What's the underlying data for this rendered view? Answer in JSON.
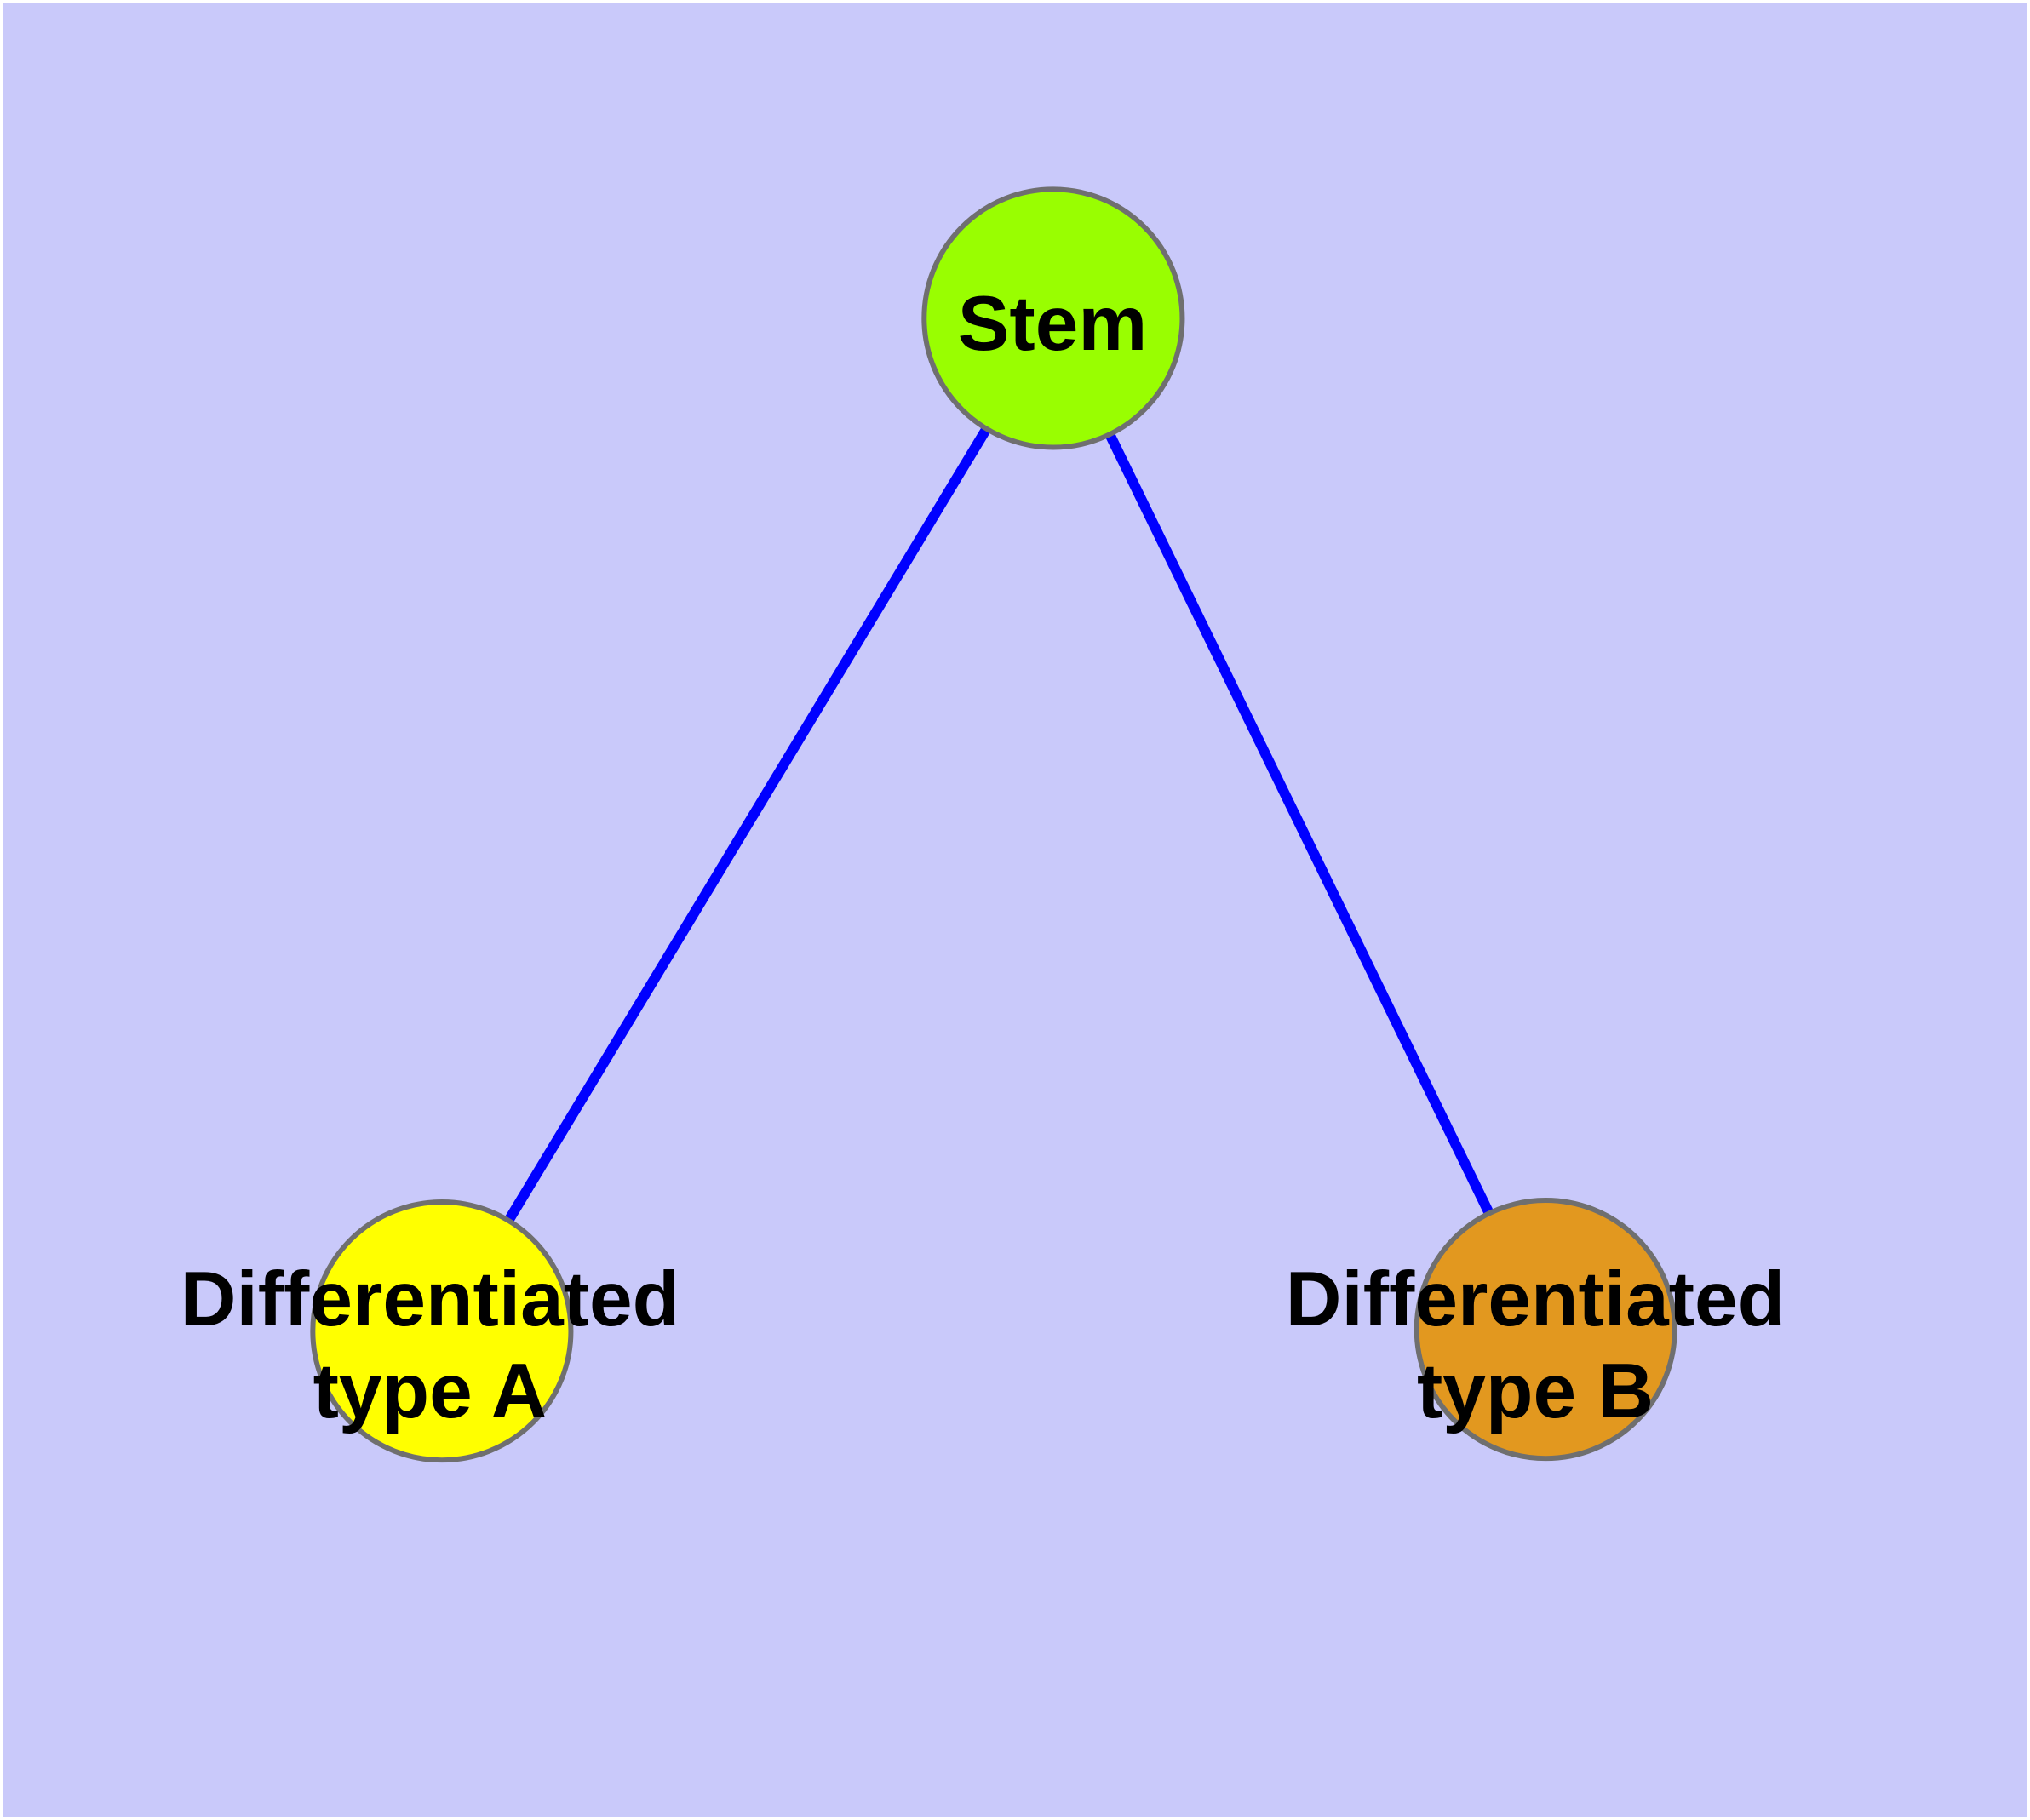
{
  "figure": {
    "background_color": "#C9C9FA",
    "frame_color": "#FFFFFF",
    "text_color": "#000000",
    "node_border_color": "#6F6F6F",
    "edge_color": "#0000FF",
    "nodes": [
      {
        "id": "stem",
        "label_lines": [
          "Stem"
        ],
        "fill_color": "#99FE01"
      },
      {
        "id": "differentiated-type-a",
        "label_lines": [
          "Differentiated",
          "type A"
        ],
        "fill_color": "#FFFF00"
      },
      {
        "id": "differentiated-type-b",
        "label_lines": [
          "Differentiated",
          "type B"
        ],
        "fill_color": "#E2981F"
      }
    ],
    "edges": [
      {
        "from": "Stem",
        "to": "Differentiated type A",
        "color": "#0000FF"
      },
      {
        "from": "Stem",
        "to": "Differentiated type B",
        "color": "#0000FF"
      }
    ]
  }
}
